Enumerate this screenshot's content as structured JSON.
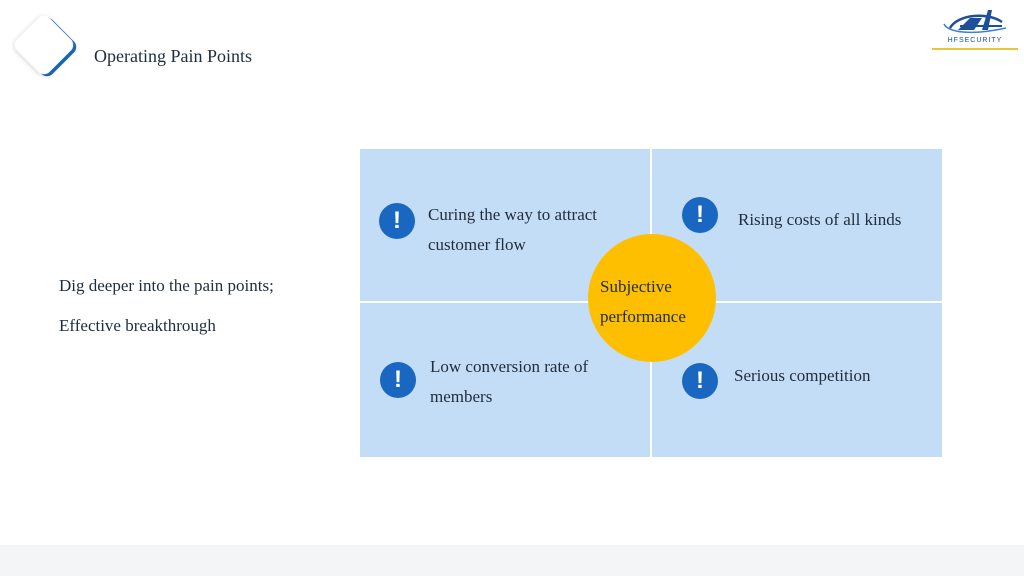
{
  "header": {
    "title": "Operating Pain Points"
  },
  "brand": {
    "name": "HFSECURITY"
  },
  "side_text": {
    "line1": "Dig deeper into the pain points;",
    "line2": "Effective breakthrough"
  },
  "matrix": {
    "center": "Subjective performance",
    "alert_symbol": "!",
    "quadrants": [
      {
        "position": "top-left",
        "label": "Curing the way to attract customer flow"
      },
      {
        "position": "top-right",
        "label": "Rising costs of all kinds"
      },
      {
        "position": "bottom-left",
        "label": "Low conversion rate of members"
      },
      {
        "position": "bottom-right",
        "label": "Serious competition"
      }
    ]
  },
  "colors": {
    "quadrant_fill": "#c4ddf6",
    "center_fill": "#fdbf00",
    "alert_fill": "#1a67c2",
    "accent": "#1a67c2"
  }
}
